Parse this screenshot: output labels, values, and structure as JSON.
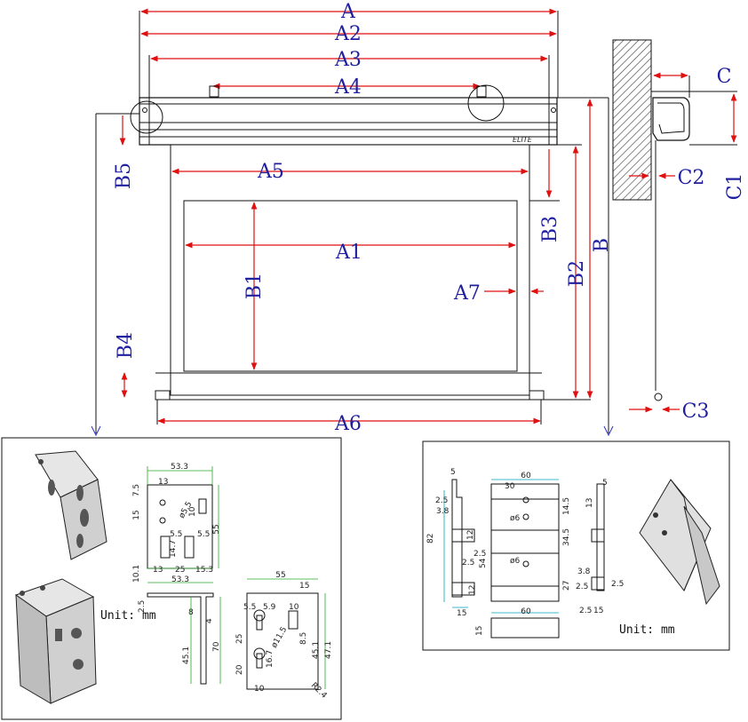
{
  "labels": {
    "A": "A",
    "A2": "A2",
    "A3": "A3",
    "A4": "A4",
    "A5": "A5",
    "A1": "A1",
    "A6": "A6",
    "A7": "A7",
    "B": "B",
    "B1": "B1",
    "B2": "B2",
    "B3": "B3",
    "B4": "B4",
    "B5": "B5",
    "C": "C",
    "C1": "C1",
    "C2": "C2",
    "C3": "C3"
  },
  "left_detail": {
    "unit": "Unit: mm",
    "dims": [
      "53.3",
      "7.5",
      "13",
      "15",
      "ø5.5",
      "10",
      "55",
      "5.5",
      "5.5",
      "14.7",
      "10.1",
      "13",
      "25",
      "15.3",
      "53.3",
      "2.5",
      "8",
      "4",
      "45.1",
      "70",
      "55",
      "15",
      "5.5",
      "5.9",
      "10",
      "ø11.5",
      "8.5",
      "45.1",
      "47.1",
      "25",
      "16.7",
      "20",
      "10",
      "R2.4"
    ]
  },
  "right_detail": {
    "unit": "Unit: mm",
    "dims": [
      "5",
      "2.5",
      "3.8",
      "82",
      "12",
      "2.5",
      "2.5",
      "54",
      "12",
      "15",
      "60",
      "30",
      "ø6",
      "ø6",
      "14.5",
      "34.5",
      "27",
      "60",
      "15",
      "5",
      "13",
      "3.8",
      "2.5",
      "2.5",
      "2.5",
      "15"
    ]
  },
  "logo_text": "ELITE"
}
